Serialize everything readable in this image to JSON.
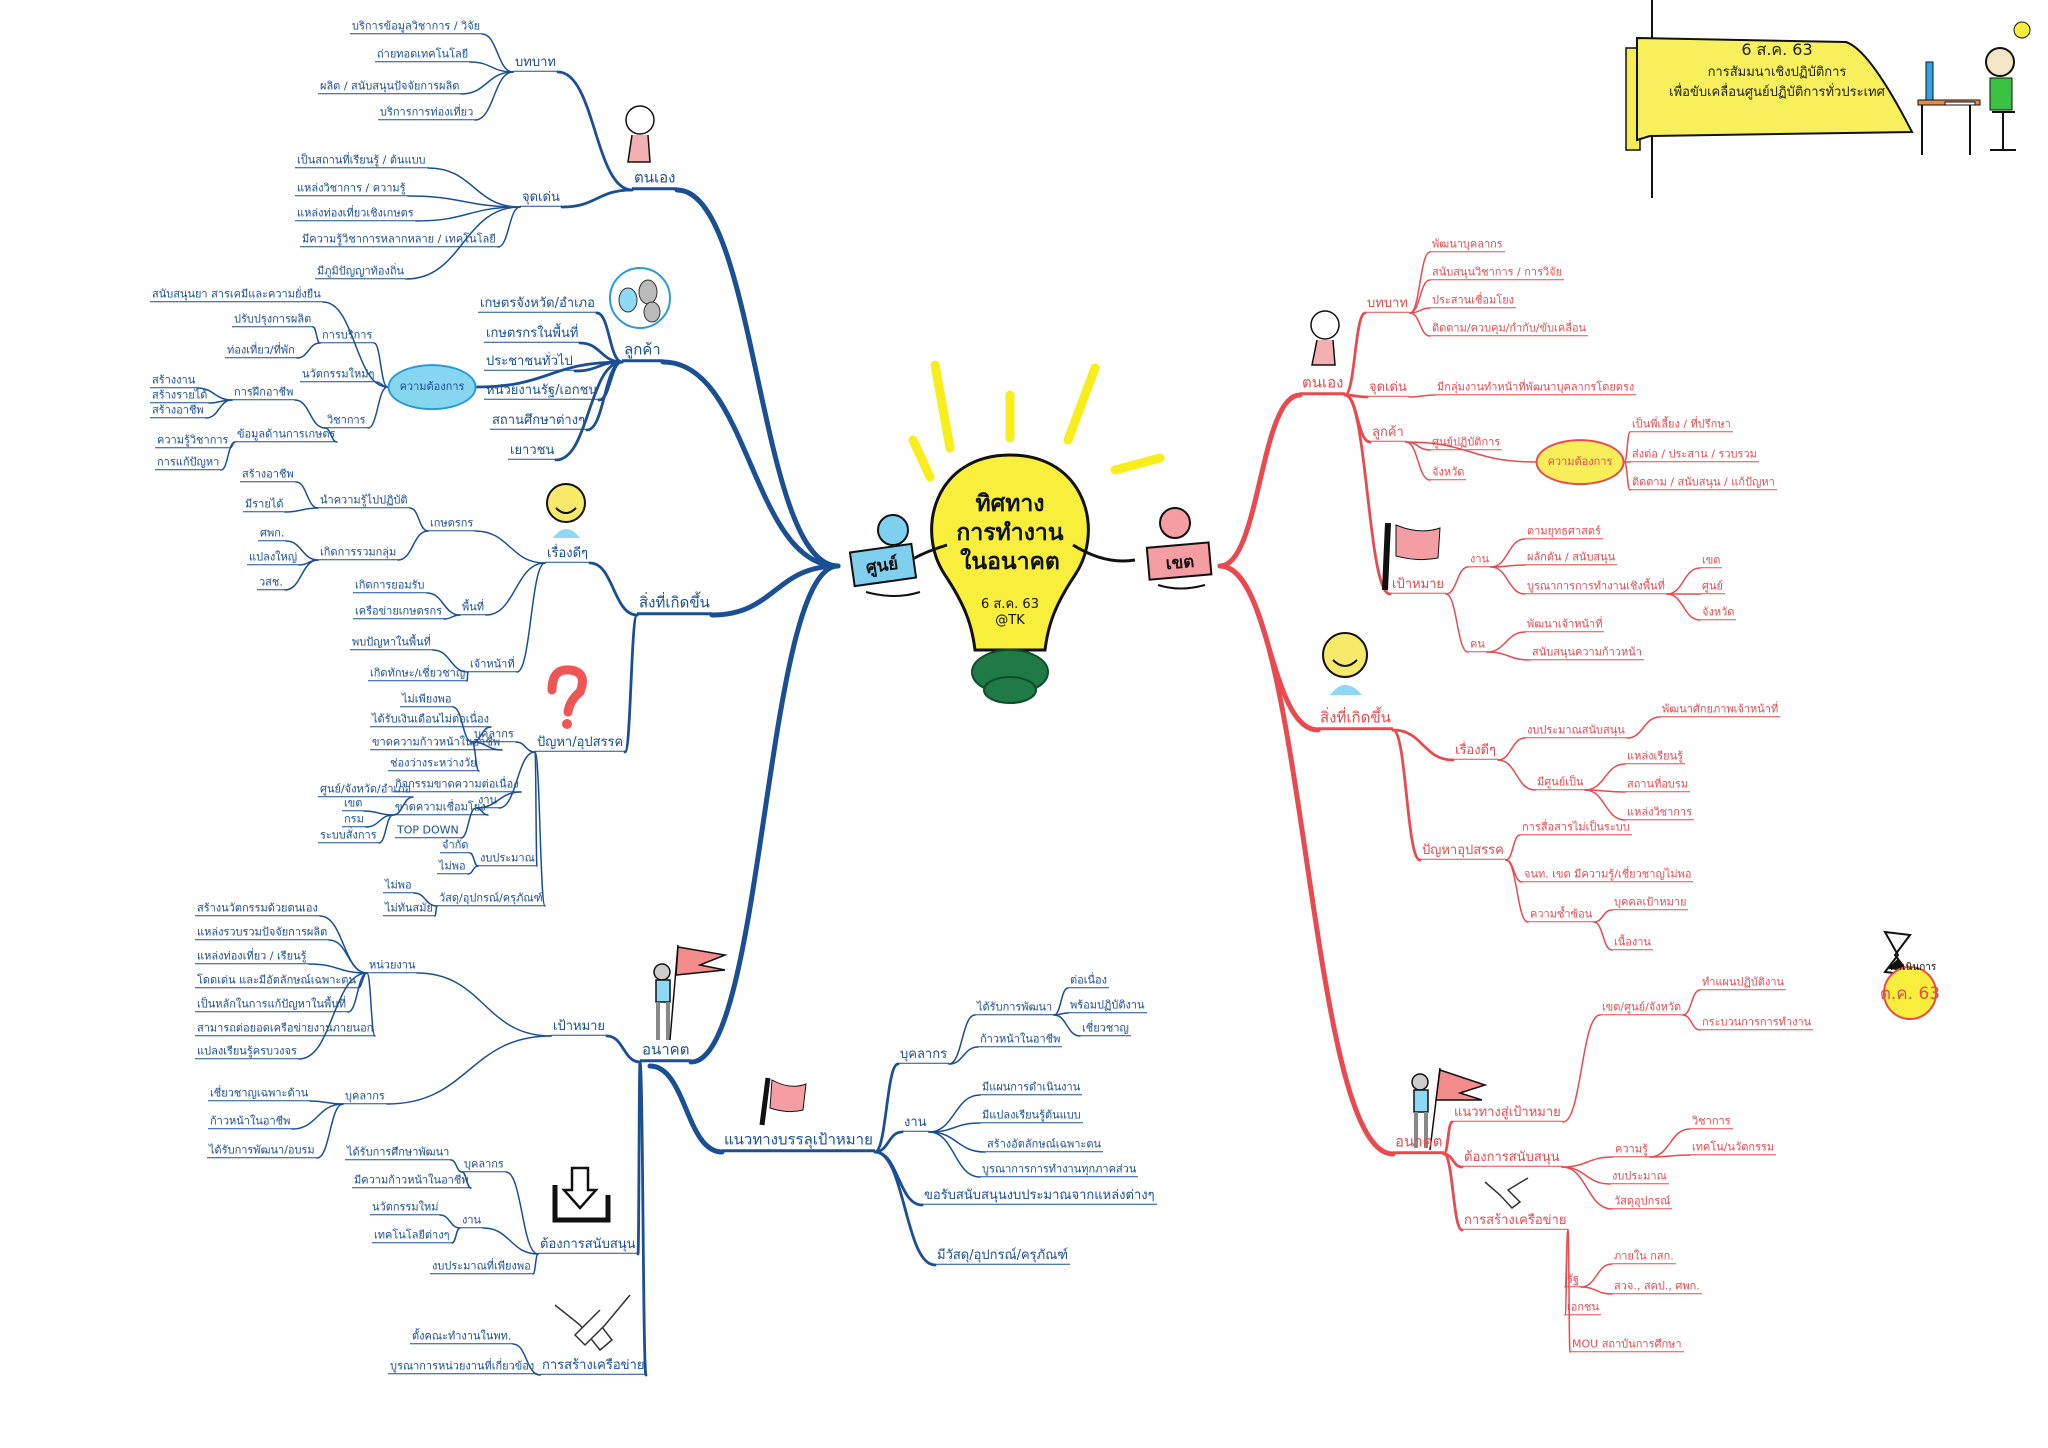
{
  "banner": {
    "date": "6 ส.ค. 63",
    "line1": "การสัมมนาเชิงปฏิบัติการ",
    "line2": "เพื่อขับเคลื่อนศูนย์ปฏิบัติการทั่วประเทศ"
  },
  "center": {
    "title_lines": [
      "ทิศทาง",
      "การทำงาน",
      "ในอนาคต"
    ],
    "date": "6 ส.ค. 63",
    "author": "@TK"
  },
  "colors": {
    "left": "#1b4f93",
    "right": "#e84a4f",
    "bulb": "#f7ef3c",
    "bulb_base": "#1f7a45",
    "bubble_left": "#86d6f2",
    "bubble_right": "#f7ee5a"
  },
  "timeline": {
    "label": "ดำเนินการ",
    "date": "ต.ค. 63"
  },
  "icons": [
    "lightbulb-icon",
    "person-sign-icon",
    "thinking-person-icon",
    "cycle-icon",
    "smiley-icon",
    "question-mark-icon",
    "person-flag-icon",
    "flag-icon",
    "download-icon",
    "handshake-icon",
    "hourglass-icon",
    "desk-worker-icon"
  ],
  "left": {
    "hub": "ศูนย์",
    "branches": [
      {
        "label": "ตนเอง",
        "children": [
          {
            "label": "บทบาท",
            "children": [
              {
                "label": "บริการข้อมูลวิชาการ / วิจัย"
              },
              {
                "label": "ถ่ายทอดเทคโนโลยี"
              },
              {
                "label": "ผลิต / สนับสนุนปัจจัยการผลิต"
              },
              {
                "label": "บริการการท่องเที่ยว"
              }
            ]
          },
          {
            "label": "จุดเด่น",
            "children": [
              {
                "label": "เป็นสถานที่เรียนรู้ / ต้นแบบ"
              },
              {
                "label": "แหล่งวิชาการ / ความรู้"
              },
              {
                "label": "แหล่งท่องเที่ยวเชิงเกษตร"
              },
              {
                "label": "มีความรู้วิชาการหลากหลาย / เทคโนโลยี"
              },
              {
                "label": "มีภูมิปัญญาท้องถิ่น"
              }
            ]
          }
        ]
      },
      {
        "label": "ลูกค้า",
        "children": [
          {
            "label": "เกษตรจังหวัด/อำเภอ"
          },
          {
            "label": "เกษตรกรในพื้นที่"
          },
          {
            "label": "ประชาชนทั่วไป"
          },
          {
            "label": "หน่วยงานรัฐ/เอกชน"
          },
          {
            "label": "สถานศึกษาต่างๆ"
          },
          {
            "label": "เยาวชน"
          },
          {
            "label": "ความต้องการ",
            "bubble": true,
            "children": [
              {
                "label": "สนับสนุนยา สารเคมีและความยั่งยืน"
              },
              {
                "label": "การบริการ",
                "children": [
                  {
                    "label": "ปรับปรุงการผลิต"
                  },
                  {
                    "label": "ท่องเที่ยว/ที่พัก"
                  }
                ]
              },
              {
                "label": "นวัตกรรมใหม่ๆ"
              },
              {
                "label": "วิชาการ",
                "children": [
                  {
                    "label": "การฝึกอาชีพ",
                    "children": [
                      {
                        "label": "สร้างงาน"
                      },
                      {
                        "label": "สร้างรายได้"
                      },
                      {
                        "label": "สร้างอาชีพ"
                      }
                    ]
                  },
                  {
                    "label": "ข้อมูลด้านการเกษตร",
                    "children": [
                      {
                        "label": "ความรู้วิชาการ"
                      },
                      {
                        "label": "การแก้ปัญหา"
                      }
                    ]
                  }
                ]
              }
            ]
          }
        ]
      },
      {
        "label": "สิ่งที่เกิดขึ้น",
        "children": [
          {
            "label": "เรื่องดีๆ",
            "children": [
              {
                "label": "เกษตรกร",
                "children": [
                  {
                    "label": "นำความรู้ไปปฏิบัติ",
                    "children": [
                      {
                        "label": "สร้างอาชีพ"
                      },
                      {
                        "label": "มีรายได้"
                      }
                    ]
                  },
                  {
                    "label": "เกิดการรวมกลุ่ม",
                    "children": [
                      {
                        "label": "ศพก."
                      },
                      {
                        "label": "แปลงใหญ่"
                      },
                      {
                        "label": "วสช."
                      }
                    ]
                  }
                ]
              },
              {
                "label": "พื้นที่",
                "children": [
                  {
                    "label": "เกิดการยอมรับ"
                  },
                  {
                    "label": "เครือข่ายเกษตรกร"
                  }
                ]
              },
              {
                "label": "เจ้าหน้าที่",
                "children": [
                  {
                    "label": "พบปัญหาในพื้นที่"
                  },
                  {
                    "label": "เกิดทักษะ/เชี่ยวชาญ"
                  }
                ]
              }
            ]
          },
          {
            "label": "ปัญหา/อุปสรรค",
            "children": [
              {
                "label": "บุคลากร",
                "children": [
                  {
                    "label": "ไม่เพียงพอ"
                  },
                  {
                    "label": "ได้รับเงินเดือนไม่ต่อเนื่อง"
                  },
                  {
                    "label": "ขาดความก้าวหน้าในอาชีพ"
                  },
                  {
                    "label": "ช่องว่างระหว่างวัย"
                  }
                ]
              },
              {
                "label": "งาน",
                "children": [
                  {
                    "label": "กิจกรรมขาดความต่อเนื่อง"
                  },
                  {
                    "label": "ขาดความเชื่อมโยง",
                    "children": [
                      {
                        "label": "ศูนย์/จังหวัด/อำเภอ"
                      },
                      {
                        "label": "เขต"
                      },
                      {
                        "label": "กรม"
                      },
                      {
                        "label": "ระบบสั่งการ"
                      }
                    ]
                  },
                  {
                    "label": "TOP DOWN"
                  }
                ]
              },
              {
                "label": "งบประมาณ",
                "children": [
                  {
                    "label": "จำกัด"
                  },
                  {
                    "label": "ไม่พอ"
                  }
                ]
              },
              {
                "label": "วัสดุ/อุปกรณ์/ครุภัณฑ์",
                "children": [
                  {
                    "label": "ไม่พอ"
                  },
                  {
                    "label": "ไม่ทันสมัย"
                  }
                ]
              }
            ]
          }
        ]
      },
      {
        "label": "อนาคต",
        "children": [
          {
            "label": "เป้าหมาย",
            "children": [
              {
                "label": "หน่วยงาน",
                "children": [
                  {
                    "label": "สร้างนวัตกรรมด้วยตนเอง"
                  },
                  {
                    "label": "แหล่งรวบรวมปัจจัยการผลิต"
                  },
                  {
                    "label": "แหล่งท่องเที่ยว / เรียนรู้"
                  },
                  {
                    "label": "โดดเด่น และมีอัตลักษณ์เฉพาะตน"
                  },
                  {
                    "label": "เป็นหลักในการแก้ปัญหาในพื้นที่"
                  },
                  {
                    "label": "สามารถต่อยอดเครือข่ายงานภายนอก"
                  },
                  {
                    "label": "แปลงเรียนรู้ครบวงจร"
                  }
                ]
              },
              {
                "label": "บุคลากร",
                "children": [
                  {
                    "label": "เชี่ยวชาญเฉพาะด้าน"
                  },
                  {
                    "label": "ก้าวหน้าในอาชีพ"
                  },
                  {
                    "label": "ได้รับการพัฒนา/อบรม"
                  }
                ]
              }
            ]
          },
          {
            "label": "ต้องการสนับสนุน",
            "children": [
              {
                "label": "บุคลากร",
                "children": [
                  {
                    "label": "ได้รับการศึกษาพัฒนา"
                  },
                  {
                    "label": "มีความก้าวหน้าในอาชีพ"
                  }
                ]
              },
              {
                "label": "งาน",
                "children": [
                  {
                    "label": "นวัตกรรมใหม่"
                  },
                  {
                    "label": "เทคโนโลยีต่างๆ"
                  }
                ]
              },
              {
                "label": "งบประมาณที่เพียงพอ"
              }
            ]
          },
          {
            "label": "การสร้างเครือข่าย",
            "children": [
              {
                "label": "ตั้งคณะทำงานในพท."
              },
              {
                "label": "บูรณาการหน่วยงานที่เกี่ยวข้อง"
              }
            ]
          }
        ]
      }
    ]
  },
  "guidance": {
    "label": "แนวทางบรรลุเป้าหมาย",
    "children": [
      {
        "label": "บุคลากร",
        "children": [
          {
            "label": "ได้รับการพัฒนา",
            "children": [
              {
                "label": "ต่อเนื่อง"
              },
              {
                "label": "พร้อมปฏิบัติงาน"
              },
              {
                "label": "เชี่ยวชาญ"
              }
            ]
          },
          {
            "label": "ก้าวหน้าในอาชีพ"
          }
        ]
      },
      {
        "label": "งาน",
        "children": [
          {
            "label": "มีแผนการดำเนินงาน"
          },
          {
            "label": "มีแปลงเรียนรู้ต้นแบบ"
          },
          {
            "label": "สร้างอัตลักษณ์เฉพาะตน"
          },
          {
            "label": "บูรณาการการทำงานทุกภาคส่วน"
          }
        ]
      },
      {
        "label": "ขอรับสนับสนุนงบประมาณจากแหล่งต่างๆ"
      },
      {
        "label": "มีวัสดุ/อุปกรณ์/ครุภัณฑ์"
      }
    ]
  },
  "right": {
    "hub": "เขต",
    "branches": [
      {
        "label": "ตนเอง",
        "children": [
          {
            "label": "บทบาท",
            "children": [
              {
                "label": "พัฒนาบุคลากร"
              },
              {
                "label": "สนับสนุนวิชาการ / การวิจัย"
              },
              {
                "label": "ประสานเชื่อมโยง"
              },
              {
                "label": "ติดตาม/ควบคุม/กำกับ/ขับเคลื่อน"
              }
            ]
          },
          {
            "label": "จุดเด่น",
            "children": [
              {
                "label": "มีกลุ่มงานทำหน้าที่พัฒนาบุคลากรโดยตรง"
              }
            ]
          },
          {
            "label": "ลูกค้า",
            "children": [
              {
                "label": "ศูนย์ปฏิบัติการ"
              },
              {
                "label": "จังหวัด"
              },
              {
                "label": "ความต้องการ",
                "bubble": true,
                "children": [
                  {
                    "label": "เป็นพี่เลี้ยง / ที่ปรึกษา"
                  },
                  {
                    "label": "ส่งต่อ / ประสาน / รวบรวม"
                  },
                  {
                    "label": "ติดตาม / สนับสนุน / แก้ปัญหา"
                  }
                ]
              }
            ]
          },
          {
            "label": "เป้าหมาย",
            "children": [
              {
                "label": "งาน",
                "children": [
                  {
                    "label": "ตามยุทธศาสตร์"
                  },
                  {
                    "label": "ผลักดัน / สนับสนุน"
                  },
                  {
                    "label": "บูรณาการการทำงานเชิงพื้นที่",
                    "children": [
                      {
                        "label": "เขต"
                      },
                      {
                        "label": "ศูนย์"
                      },
                      {
                        "label": "จังหวัด"
                      }
                    ]
                  }
                ]
              },
              {
                "label": "คน",
                "children": [
                  {
                    "label": "พัฒนาเจ้าหน้าที่"
                  },
                  {
                    "label": "สนับสนุนความก้าวหน้า"
                  }
                ]
              }
            ]
          }
        ]
      },
      {
        "label": "สิ่งที่เกิดขึ้น",
        "children": [
          {
            "label": "เรื่องดีๆ",
            "children": [
              {
                "label": "งบประมาณสนับสนุน",
                "children": [
                  {
                    "label": "พัฒนาศักยภาพเจ้าหน้าที่"
                  }
                ]
              },
              {
                "label": "มีศูนย์เป็น",
                "children": [
                  {
                    "label": "แหล่งเรียนรู้"
                  },
                  {
                    "label": "สถานที่อบรม"
                  },
                  {
                    "label": "แหล่งวิชาการ"
                  }
                ]
              }
            ]
          },
          {
            "label": "ปัญหาอุปสรรค",
            "children": [
              {
                "label": "การสื่อสารไม่เป็นระบบ"
              },
              {
                "label": "จนท. เขต มีความรู้/เชี่ยวชาญไม่พอ"
              },
              {
                "label": "ความซ้ำซ้อน",
                "children": [
                  {
                    "label": "บุคคลเป้าหมาย"
                  },
                  {
                    "label": "เนื้องาน"
                  }
                ]
              }
            ]
          }
        ]
      },
      {
        "label": "อนาคต",
        "children": [
          {
            "label": "แนวทางสู่เป้าหมาย",
            "children": [
              {
                "label": "เขต/ศูนย์/จังหวัด",
                "children": [
                  {
                    "label": "ทำแผนปฏิบัติงาน"
                  },
                  {
                    "label": "กระบวนการการทำงาน"
                  }
                ]
              }
            ]
          },
          {
            "label": "ต้องการสนับสนุน",
            "children": [
              {
                "label": "ความรู้",
                "children": [
                  {
                    "label": "วิชาการ"
                  },
                  {
                    "label": "เทคโน/นวัตกรรม"
                  }
                ]
              },
              {
                "label": "งบประมาณ"
              },
              {
                "label": "วัสดุอุปกรณ์"
              }
            ]
          },
          {
            "label": "การสร้างเครือข่าย",
            "children": [
              {
                "label": "รัฐ",
                "children": [
                  {
                    "label": "ภายใน กสก."
                  },
                  {
                    "label": "สวจ., สคป., ศพก."
                  }
                ]
              },
              {
                "label": "เอกชน"
              },
              {
                "label": "MOU สถาบันการศึกษา"
              }
            ]
          }
        ]
      }
    ]
  }
}
